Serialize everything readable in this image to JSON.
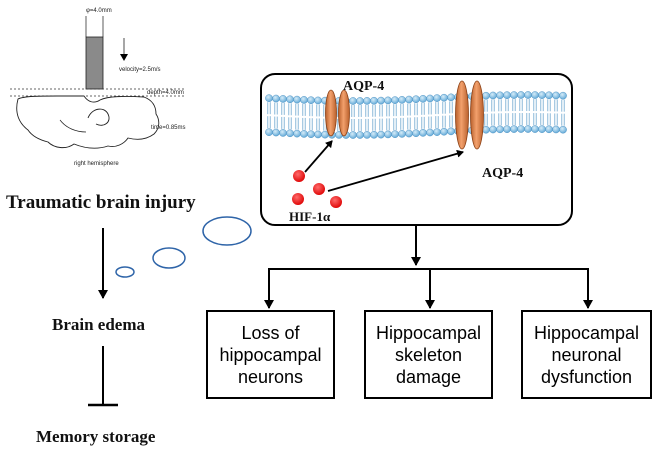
{
  "injury_model": {
    "diameter_label": "φ=4.0mm",
    "velocity_label": "velocity=2.5m/s",
    "depth_label": "depth=4.0mm",
    "time_label": "time=0.85ms",
    "hemisphere_label": "right hemisphere"
  },
  "left_flow": {
    "tbi": "Traumatic brain injury",
    "edema": "Brain edema",
    "memory": "Memory storage"
  },
  "membrane_panel": {
    "aqp4_top": "AQP-4",
    "aqp4_right": "AQP-4",
    "hif1a": "HIF-1α"
  },
  "outcomes": [
    {
      "lines": [
        "Loss of",
        "hippocampal",
        "neurons"
      ]
    },
    {
      "lines": [
        "Hippocampal",
        "skeleton",
        "damage"
      ]
    },
    {
      "lines": [
        "Hippocampal",
        "neuronal",
        "dysfunction"
      ]
    }
  ],
  "colors": {
    "membrane": "#8cc8e8",
    "membrane_dark": "#3c86bd",
    "channel": "#e8925f",
    "channel_dark": "#9c4a1e",
    "hif_dot": "#ee0000",
    "thought_bubble": "#2e64a8"
  }
}
